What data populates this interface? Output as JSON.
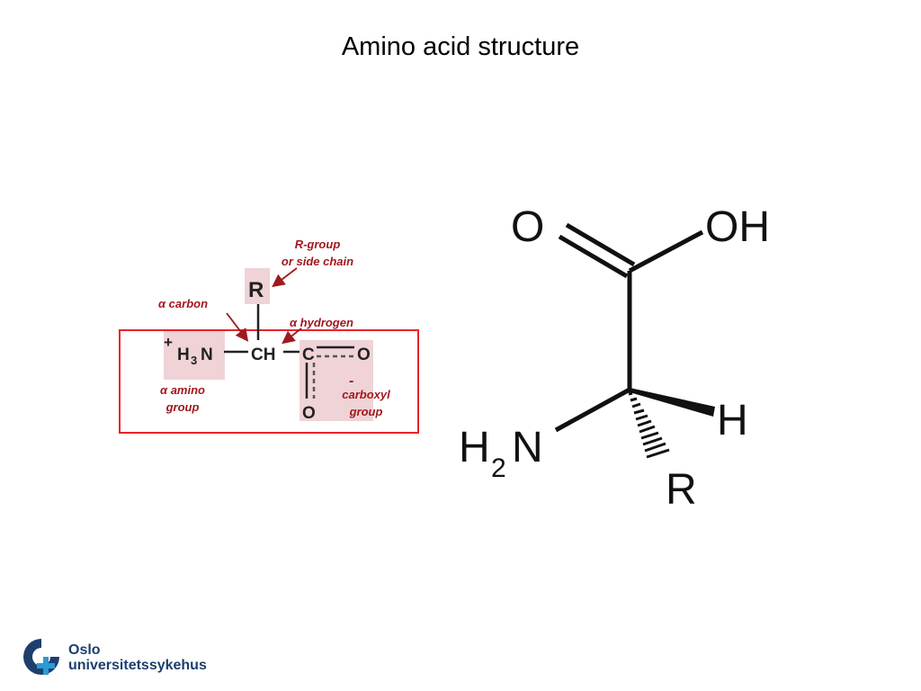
{
  "slide": {
    "title": "Amino acid structure"
  },
  "left_diagram": {
    "labels": {
      "r_group_line1": "R-group",
      "r_group_line2": "or side chain",
      "alpha_carbon": "α carbon",
      "alpha_hydrogen": "α hydrogen",
      "alpha_amino_line1": "α amino",
      "alpha_amino_line2": "group",
      "carboxyl_line1": "carboxyl",
      "carboxyl_line2": "group",
      "carboxyl_charge": "-"
    },
    "atoms": {
      "r": "R",
      "plus": "+",
      "h3n_h": "H",
      "h3n_sub": "3",
      "h3n_n": "N",
      "ch": "CH",
      "c": "C",
      "o_right": "O",
      "o_bottom": "O"
    },
    "colors": {
      "highlight": "#efd3d7",
      "box": "#e8222a",
      "label": "#a0191e"
    }
  },
  "right_diagram": {
    "atoms": {
      "o": "O",
      "oh": "OH",
      "h": "H",
      "h2n_h": "H",
      "h2n_sub": "2",
      "h2n_n": "N",
      "r": "R"
    }
  },
  "logo": {
    "line1": "Oslo",
    "line2": "universitetssykehus",
    "colors": {
      "blue": "#1d3f6e",
      "teal": "#2a9bd4"
    }
  }
}
